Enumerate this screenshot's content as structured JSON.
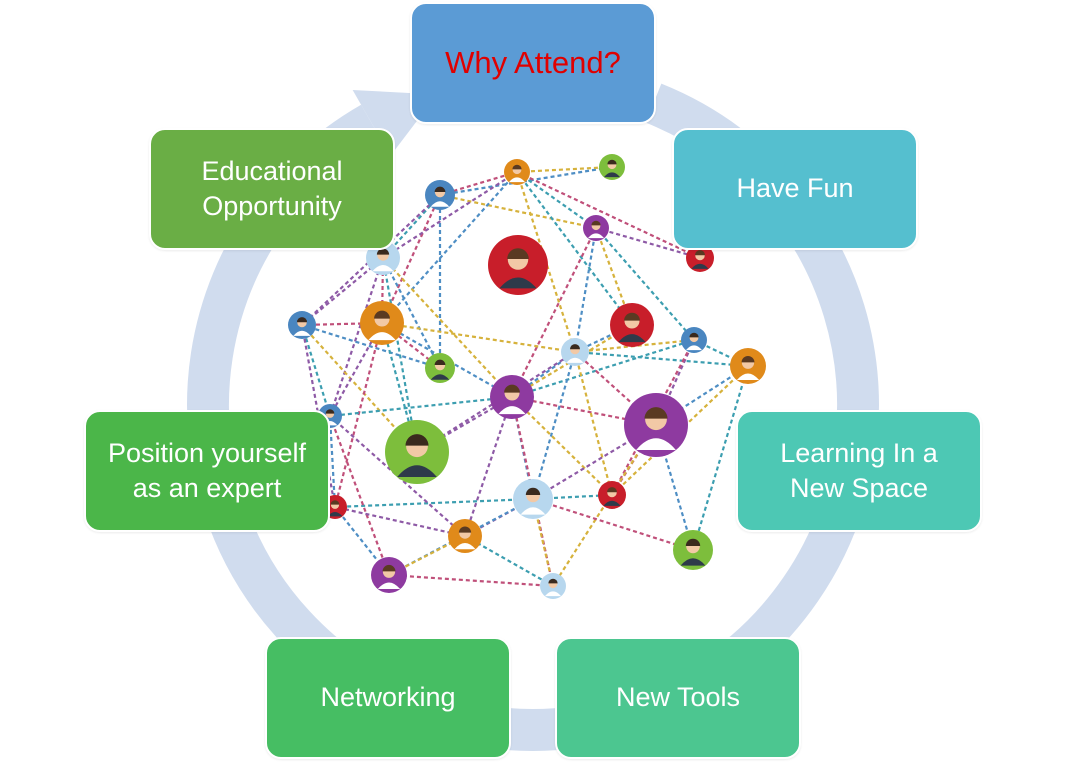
{
  "diagram": {
    "center": {
      "label": "Why Attend?",
      "fill": "#5B9BD5",
      "text_color": "#E00000"
    },
    "cycle_color": "#D0DCEE",
    "items": [
      {
        "label": "Have Fun",
        "fill": "#55BFCF"
      },
      {
        "label": "Learning In a\nNew Space",
        "fill": "#4DC8B4"
      },
      {
        "label": "New Tools",
        "fill": "#4CC690"
      },
      {
        "label": "Networking",
        "fill": "#46BE63"
      },
      {
        "label": "Position yourself\nas an expert",
        "fill": "#4BB649"
      },
      {
        "label": "Educational\nOpportunity",
        "fill": "#6AAE45"
      }
    ],
    "network": {
      "link_colors": [
        "#C0507A",
        "#4E8EC4",
        "#D6B23C",
        "#3C9EB0",
        "#8E5AA6"
      ],
      "avatar_colors": [
        "#C81E2A",
        "#4A86C0",
        "#E08A1A",
        "#7DBE3C",
        "#8E3AA0",
        "#B7D7EE"
      ]
    }
  }
}
